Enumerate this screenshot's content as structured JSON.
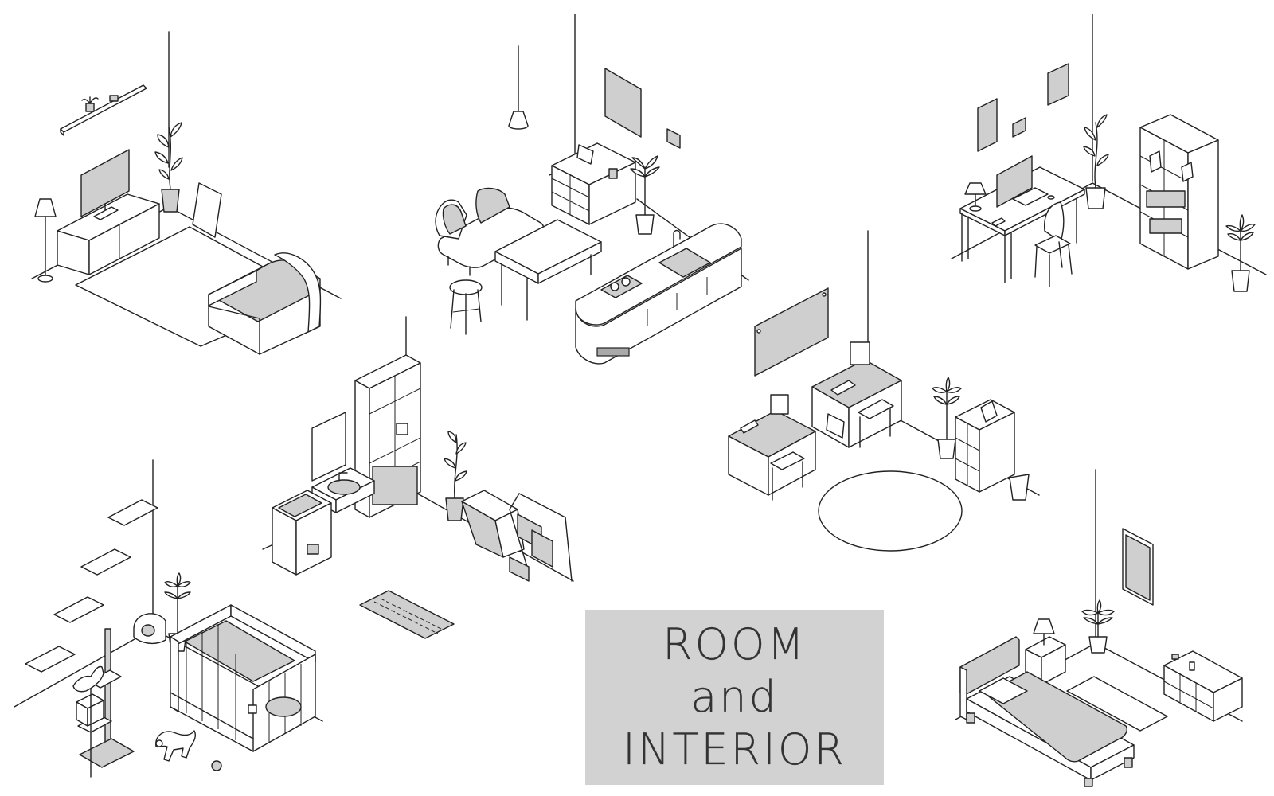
{
  "title": {
    "line1": "ROOM",
    "line2": "and",
    "line3": "INTERIOR"
  },
  "colors": {
    "background": "#ffffff",
    "line": "#222222",
    "furniture_fill": "#cfcfcf",
    "title_box": "#d2d2d2",
    "title_text": "#333333"
  },
  "scenes": [
    "living-room",
    "kitchen-dining",
    "study-office",
    "laundry-washroom",
    "kids-study-room",
    "pet-room",
    "bedroom"
  ]
}
